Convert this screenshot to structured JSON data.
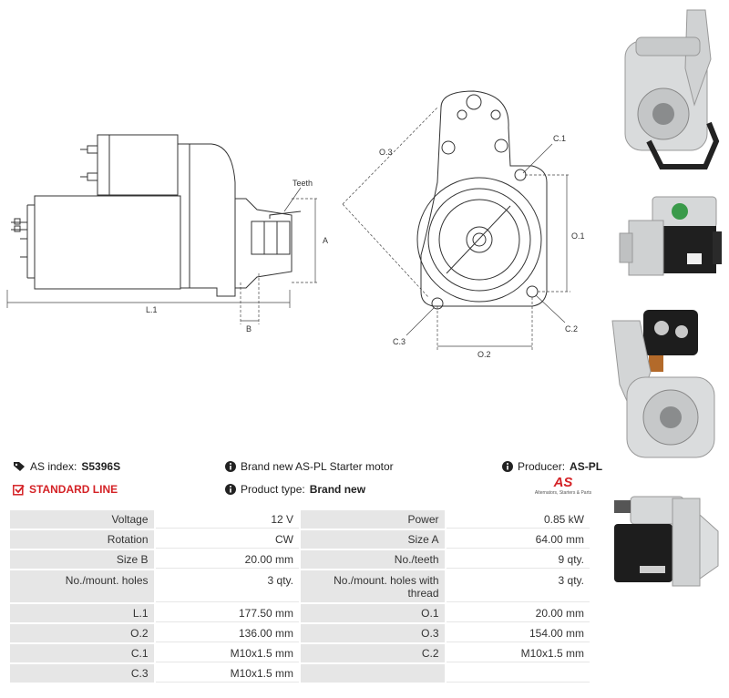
{
  "drawing": {
    "side_labels": {
      "teeth": "Teeth",
      "a": "A",
      "b": "B",
      "l1": "L.1"
    },
    "front_labels": {
      "o3": "O.3",
      "c1": "C.1",
      "o1": "O.1",
      "c2": "C.2",
      "c3": "C.3",
      "o2": "O.2"
    }
  },
  "photos": [
    {
      "icon": "starter-front-photo"
    },
    {
      "icon": "starter-side-photo"
    },
    {
      "icon": "starter-angle-photo"
    },
    {
      "icon": "starter-profile-photo"
    }
  ],
  "info": {
    "as_index_label": "AS index:",
    "as_index_value": "S5396S",
    "description": "Brand new AS-PL Starter motor",
    "producer_label": "Producer:",
    "producer_value": "AS-PL",
    "line": "STANDARD LINE",
    "product_type_label": "Product type:",
    "product_type_value": "Brand new",
    "logo_text": "AS",
    "logo_subtext": "Alternators, Starters & Parts"
  },
  "specs": [
    {
      "l1": "Voltage",
      "v1": "12 V",
      "l2": "Power",
      "v2": "0.85 kW"
    },
    {
      "l1": "Rotation",
      "v1": "CW",
      "l2": "Size A",
      "v2": "64.00 mm"
    },
    {
      "l1": "Size B",
      "v1": "20.00 mm",
      "l2": "No./teeth",
      "v2": "9 qty."
    },
    {
      "l1": "No./mount. holes",
      "v1": "3 qty.",
      "l2": "No./mount. holes with thread",
      "v2": "3 qty."
    },
    {
      "l1": "L.1",
      "v1": "177.50 mm",
      "l2": "O.1",
      "v2": "20.00 mm"
    },
    {
      "l1": "O.2",
      "v1": "136.00 mm",
      "l2": "O.3",
      "v2": "154.00 mm"
    },
    {
      "l1": "C.1",
      "v1": "M10x1.5 mm",
      "l2": "C.2",
      "v2": "M10x1.5 mm"
    },
    {
      "l1": "C.3",
      "v1": "M10x1.5 mm",
      "l2": "",
      "v2": ""
    }
  ]
}
